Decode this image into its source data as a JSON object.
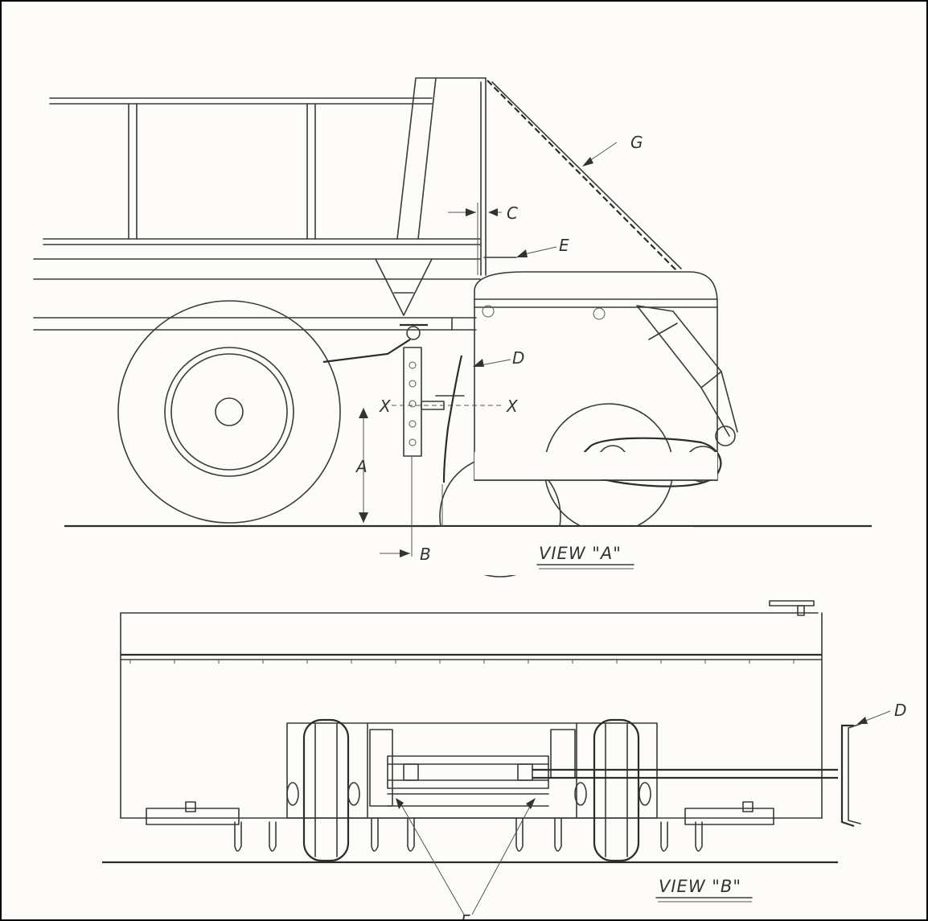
{
  "drawing": {
    "view_a": {
      "caption": "VIEW \"A\"",
      "labels": {
        "g": "G",
        "c": "C",
        "e": "E",
        "d": "D",
        "x_left": "X",
        "x_right": "X",
        "a": "A",
        "b": "B"
      }
    },
    "view_b": {
      "caption": "VIEW \"B\"",
      "labels": {
        "d": "D",
        "f": "F"
      }
    }
  }
}
